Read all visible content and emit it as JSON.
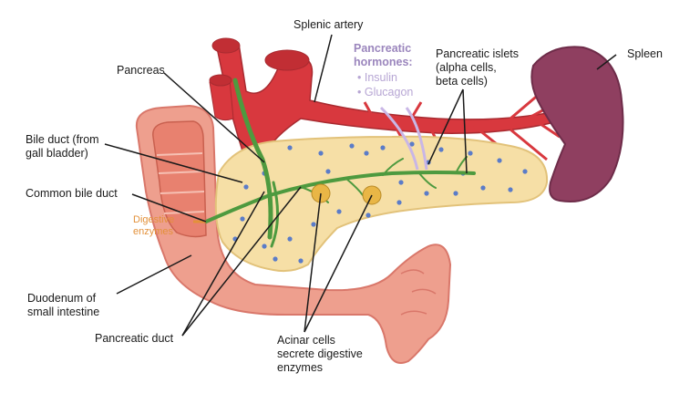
{
  "labels": {
    "splenic_artery": "Splenic artery",
    "pancreatic_hormones": "Pancreatic\nhormones:",
    "insulin": "• Insulin",
    "glucagon": "• Glucagon",
    "pancreatic_islets": "Pancreatic islets\n(alpha cells,\nbeta cells)",
    "spleen": "Spleen",
    "pancreas": "Pancreas",
    "bile_duct": "Bile duct (from\ngall bladder)",
    "common_bile_duct": "Common bile duct",
    "digestive_enzymes": "Digestive\nenzymes",
    "duodenum": "Duodenum of\nsmall intestine",
    "pancreatic_duct": "Pancreatic duct",
    "acinar_cells": "Acinar cells\nsecrete digestive\nenzymes"
  },
  "colors": {
    "intestine": "#ee9f8e",
    "intestine_dark": "#d9776a",
    "pancreas": "#f6dfa6",
    "artery": "#d8383e",
    "spleen": "#8f3f60",
    "duct": "#4e9a3f",
    "hormone_text": "#9b86bd",
    "enzyme_text": "#e3913a"
  }
}
